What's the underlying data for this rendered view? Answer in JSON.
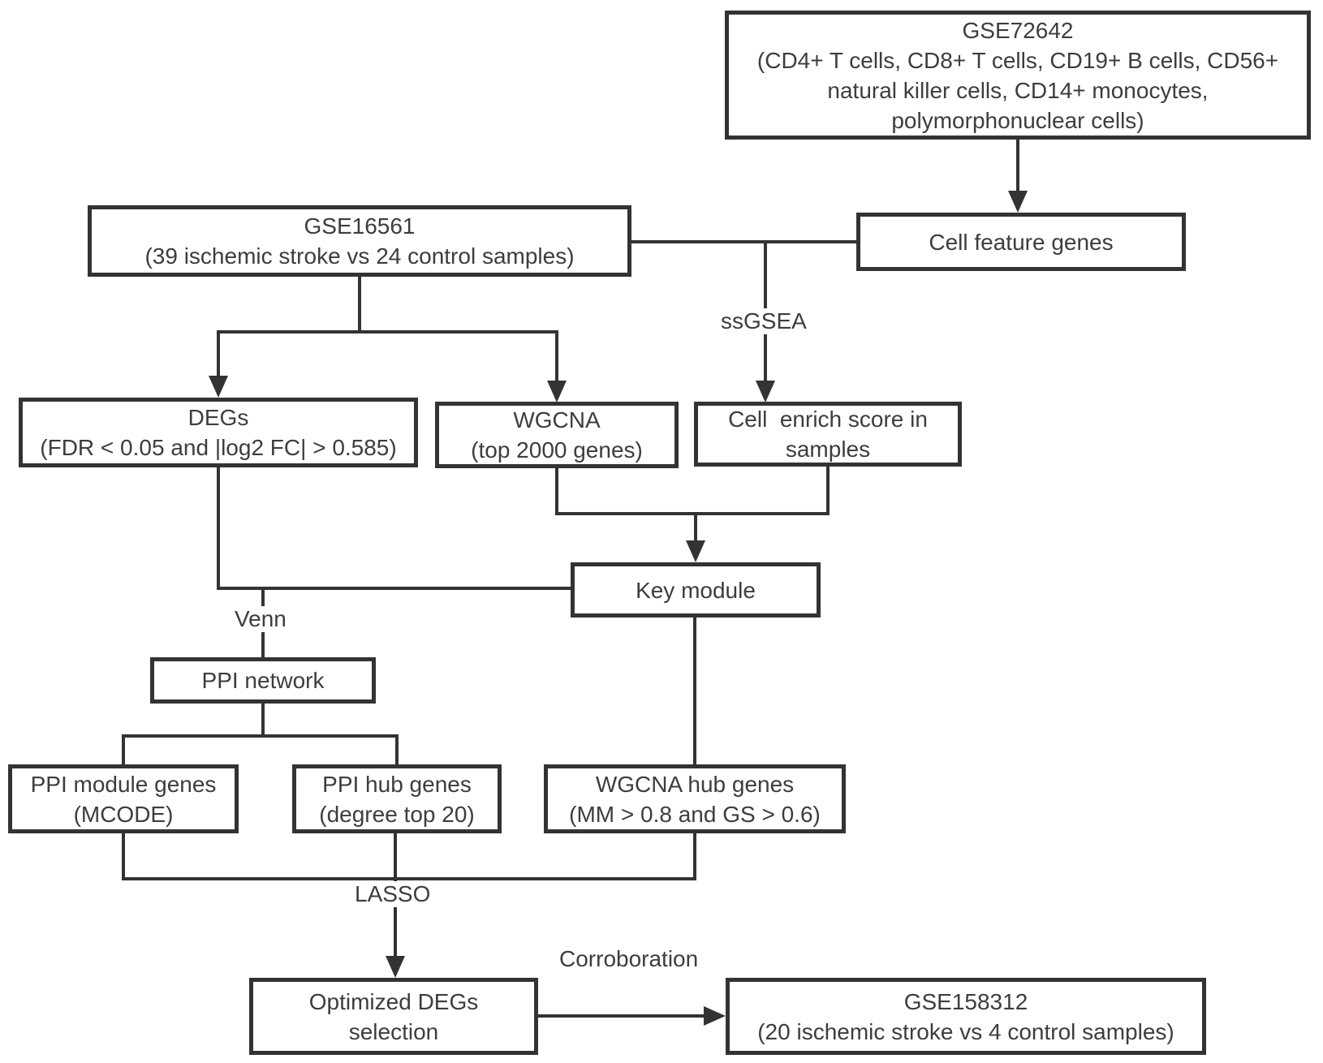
{
  "diagram": {
    "nodes": {
      "gse72642": {
        "text": "GSE72642\n(CD4+ T cells, CD8+ T cells, CD19+ B cells, CD56+\nnatural killer cells, CD14+ monocytes,\npolymorphonuclear cells)"
      },
      "gse16561": {
        "text": "GSE16561\n(39 ischemic stroke vs 24 control samples)"
      },
      "cell_feature_genes": {
        "text": "Cell feature genes"
      },
      "degs": {
        "text": "DEGs\n(FDR < 0.05 and |log2 FC| > 0.585)"
      },
      "wgcna": {
        "text": "WGCNA\n(top 2000 genes)"
      },
      "cell_enrich_score": {
        "text": "Cell  enrich score in\nsamples"
      },
      "key_module": {
        "text": "Key module"
      },
      "ppi_network": {
        "text": "PPI network"
      },
      "ppi_module_genes": {
        "text": "PPI module genes\n(MCODE)"
      },
      "ppi_hub_genes": {
        "text": "PPI hub genes\n(degree top 20)"
      },
      "wgcna_hub_genes": {
        "text": "WGCNA hub genes\n(MM > 0.8 and GS > 0.6)"
      },
      "optimized_degs": {
        "text": "Optimized DEGs\nselection"
      },
      "gse158312": {
        "text": "GSE158312\n(20 ischemic stroke vs 4 control samples)"
      }
    },
    "edge_labels": {
      "ssgsea": "ssGSEA",
      "venn": "Venn",
      "lasso": "LASSO",
      "corroboration": "Corroboration"
    },
    "colors": {
      "line": "#333333",
      "text": "#3d3d3d",
      "box_fill": "#ffffff",
      "background": "#ffffff"
    }
  }
}
